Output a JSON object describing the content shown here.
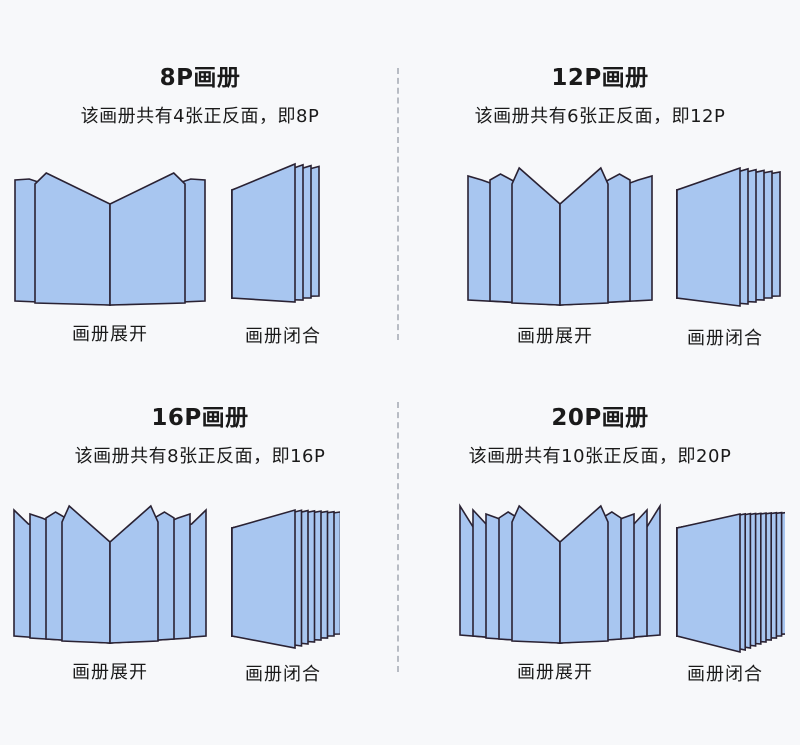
{
  "panels": [
    {
      "title": "8P画册",
      "description": "该画册共有4张正反面，即8P",
      "sheets": 4,
      "open_label": "画册展开",
      "closed_label": "画册闭合"
    },
    {
      "title": "12P画册",
      "description": "该画册共有6张正反面，即12P",
      "sheets": 6,
      "open_label": "画册展开",
      "closed_label": "画册闭合"
    },
    {
      "title": "16P画册",
      "description": "该画册共有8张正反面，即16P",
      "sheets": 8,
      "open_label": "画册展开",
      "closed_label": "画册闭合"
    },
    {
      "title": "20P画册",
      "description": "该画册共有10张正反面，即20P",
      "sheets": 10,
      "open_label": "画册展开",
      "closed_label": "画册闭合"
    }
  ],
  "colors": {
    "page_fill": "#a8c6f0",
    "page_stroke": "#2a2233",
    "background": "#f7f8fa",
    "divider": "#b8bcc4"
  }
}
